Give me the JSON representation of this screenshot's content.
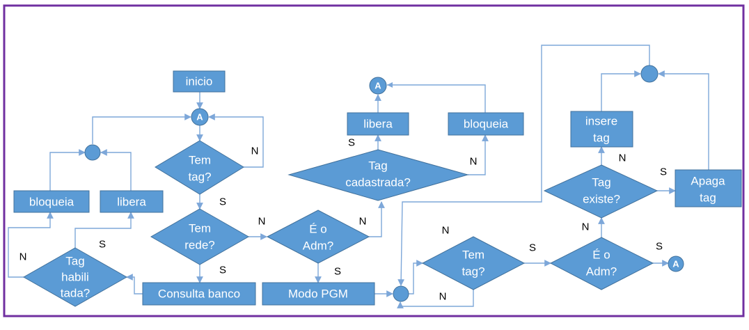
{
  "nodes": {
    "inicio": "inicio",
    "tem_tag_1": [
      "Tem",
      "tag?"
    ],
    "tem_rede": [
      "Tem",
      "rede?"
    ],
    "consulta_banco": "Consulta banco",
    "tag_habilitada": [
      "Tag",
      "habili",
      "tada?"
    ],
    "bloqueia_left": "bloqueia",
    "libera_left": "libera",
    "e_o_adm_1": [
      "É o",
      "Adm?"
    ],
    "modo_pgm": "Modo PGM",
    "tag_cadastrada": [
      "Tag",
      "cadastrada?"
    ],
    "libera_mid": "libera",
    "bloqueia_mid": "bloqueia",
    "tem_tag_2": [
      "Tem",
      "tag?"
    ],
    "e_o_adm_2": [
      "É o",
      "Adm?"
    ],
    "tag_existe": [
      "Tag",
      "existe?"
    ],
    "insere_tag": [
      "insere",
      "tag"
    ],
    "apaga_tag": [
      "Apaga",
      "tag"
    ]
  },
  "connectors": {
    "a_top": "A",
    "a_mid": "A",
    "a_right": "A"
  },
  "edge_labels": {
    "tem_tag_1_no": "N",
    "tem_tag_1_yes": "S",
    "tem_rede_no": "N",
    "tem_rede_yes": "S",
    "tag_habilitada_no": "N",
    "tag_habilitada_yes": "S",
    "e_o_adm_1_no": "N",
    "e_o_adm_1_yes": "S",
    "tag_cadastrada_yes": "S",
    "tag_cadastrada_no": "N",
    "tem_tag_2_yes": "S",
    "tem_tag_2_no_top": "N",
    "tem_tag_2_no_bottom": "N",
    "e_o_adm_2_yes": "S",
    "e_o_adm_2_no": "N",
    "tag_existe_no": "N",
    "tag_existe_yes": "S"
  }
}
